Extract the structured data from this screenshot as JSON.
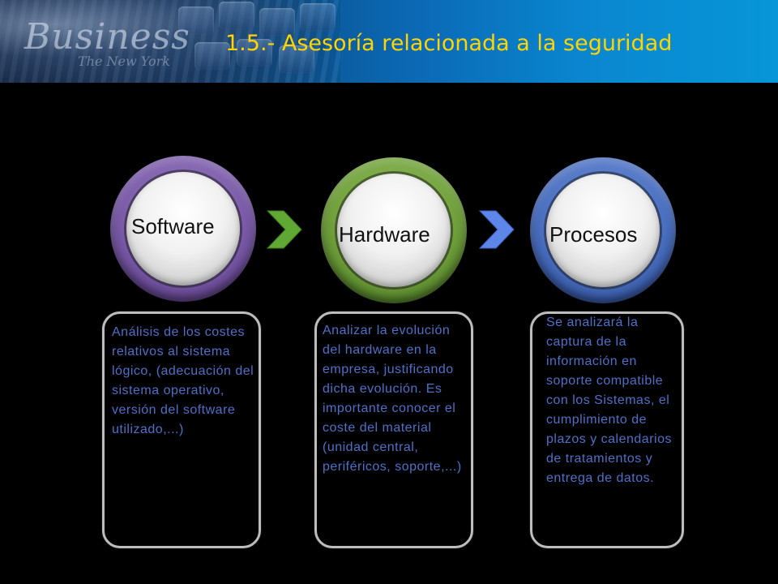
{
  "slide": {
    "title": "1.5.- Asesoría relacionada a la seguridad",
    "header_word": "Business",
    "header_sub": "The New York"
  },
  "steps": [
    {
      "label": "Software",
      "description": "Análisis de los costes relativos al sistema lógico, (adecuación del sistema operativo, versión del software utilizado,...)",
      "color": "#7a5aa8"
    },
    {
      "label": "Hardware",
      "description": "Analizar la evolución del hardware en la empresa, justificando dicha evolución. Es importante conocer el coste del material (unidad central, periféricos, soporte,...)",
      "color": "#6f9f3a"
    },
    {
      "label": "Procesos",
      "description": "Se analizará la captura de la información en soporte compatible con los Sistemas, el cumplimiento de plazos y calendarios de tratamientos y entrega de datos.",
      "color": "#4a6fc0"
    }
  ],
  "colors": {
    "title": "#ffd400",
    "description_text": "#4f70c9",
    "arrow_green": "#5fa833",
    "arrow_blue": "#5d86e8"
  },
  "icons": {
    "arrow_1": "chevron-right-icon",
    "arrow_2": "chevron-right-icon"
  }
}
